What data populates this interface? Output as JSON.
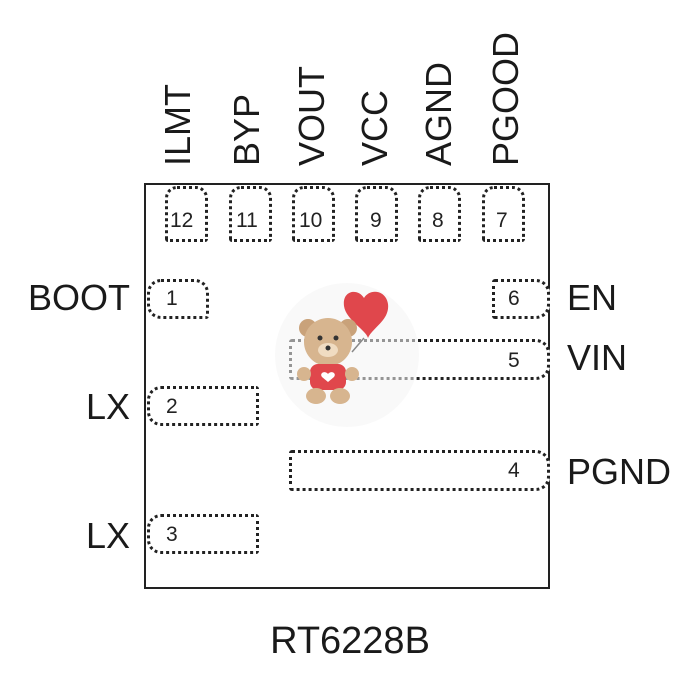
{
  "part_number": "RT6228B",
  "pins": [
    {
      "num": "1",
      "name": "BOOT"
    },
    {
      "num": "2",
      "name": "LX"
    },
    {
      "num": "3",
      "name": "LX"
    },
    {
      "num": "4",
      "name": "PGND"
    },
    {
      "num": "5",
      "name": "VIN"
    },
    {
      "num": "6",
      "name": "EN"
    },
    {
      "num": "7",
      "name": "PGOOD"
    },
    {
      "num": "8",
      "name": "AGND"
    },
    {
      "num": "9",
      "name": "VCC"
    },
    {
      "num": "10",
      "name": "VOUT"
    },
    {
      "num": "11",
      "name": "BYP"
    },
    {
      "num": "12",
      "name": "ILMT"
    }
  ],
  "colors": {
    "outline": "#222222",
    "watermark_heart": "#e0474c",
    "watermark_bear": "#c9a27a"
  },
  "watermark_icon": "teddy-bear-heart-icon"
}
